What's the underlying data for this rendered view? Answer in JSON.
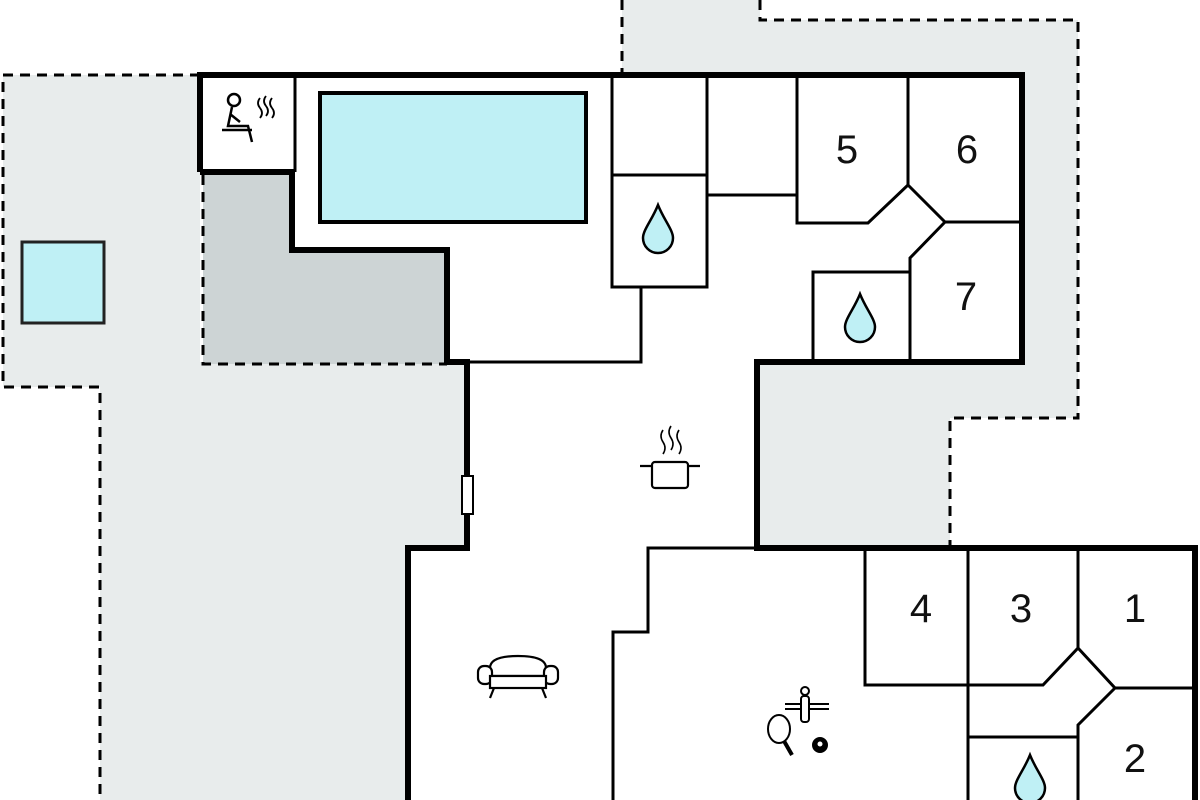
{
  "plan": {
    "rooms": [
      {
        "label": "1"
      },
      {
        "label": "2"
      },
      {
        "label": "3"
      },
      {
        "label": "4"
      },
      {
        "label": "5"
      },
      {
        "label": "6"
      },
      {
        "label": "7"
      }
    ],
    "icons": [
      "sauna-icon",
      "pool",
      "bathroom-drop-icon",
      "kitchen-pot-icon",
      "sofa-icon",
      "games-icon"
    ],
    "colors": {
      "terrace": "#e8ecec",
      "terrace_dark": "#cdd4d5",
      "water": "#bff0f5",
      "wall": "#000000"
    }
  }
}
